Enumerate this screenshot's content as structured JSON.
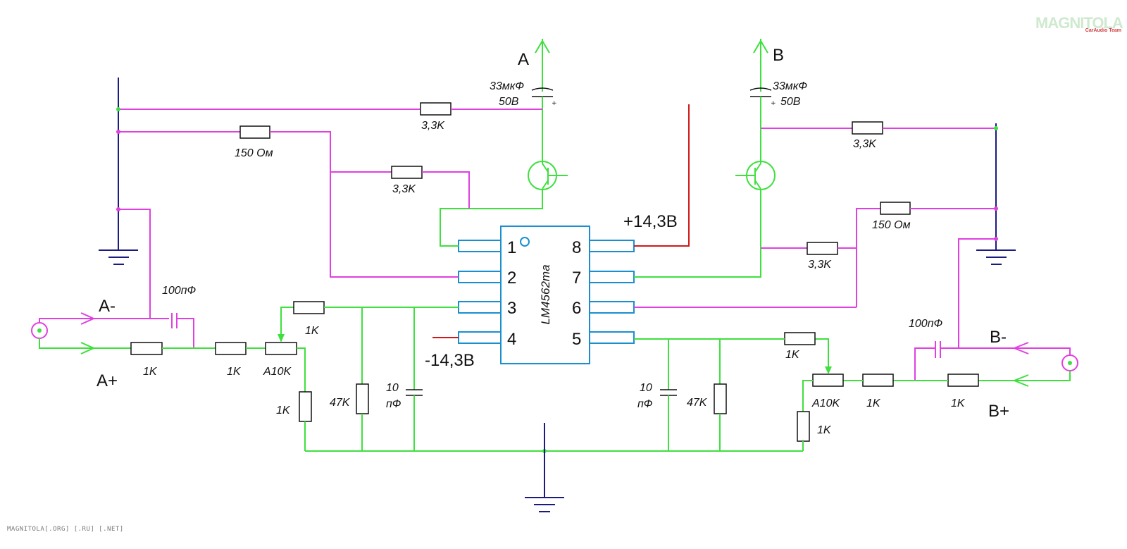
{
  "brand": {
    "logo_text": "MAGNITOLA",
    "logo_sub": "CarAudio Team",
    "footer": "MAGNITOLA[.ORG] [.RU] [.NET]"
  },
  "chip": {
    "part": "LM4562ma",
    "pins": [
      "1",
      "2",
      "3",
      "4",
      "5",
      "6",
      "7",
      "8"
    ]
  },
  "supply": {
    "positive": "+14,3В",
    "negative": "-14,3В"
  },
  "outputs": {
    "a": "A",
    "b": "B"
  },
  "inputs": {
    "a_minus": "A-",
    "a_plus": "A+",
    "b_minus": "B-",
    "b_plus": "B+"
  },
  "components": {
    "out_cap_a_value": "33мкФ",
    "out_cap_a_voltage": "50В",
    "out_cap_b_value": "33мкФ",
    "out_cap_b_voltage": "50В",
    "r_top_a": "3,3K",
    "r_150_a": "150 Ом",
    "r_fb_a": "3,3K",
    "r_top_b": "3,3K",
    "r_150_b": "150 Ом",
    "r_fb_b": "3,3K",
    "c_in_a": "100пФ",
    "c_in_b": "100пФ",
    "r_in_a1": "1K",
    "r_in_a2": "1K",
    "pot_a": "A10K",
    "r_wiper_a": "1K",
    "r_gnd_a": "1K",
    "r_47k_a": "47K",
    "c_10p_a_1": "10",
    "c_10p_a_2": "пФ",
    "r_in_b1": "1K",
    "r_in_b2": "1K",
    "pot_b": "A10K",
    "r_wiper_b": "1K",
    "r_gnd_b": "1K",
    "r_47k_b": "47K",
    "c_10p_b_1": "10",
    "c_10p_b_2": "пФ"
  },
  "colors": {
    "signal": "#3ee03e",
    "feedback": "#e040e0",
    "ground": "#1a1a80",
    "power": "#d01818",
    "pin": "#1a8fd0"
  }
}
